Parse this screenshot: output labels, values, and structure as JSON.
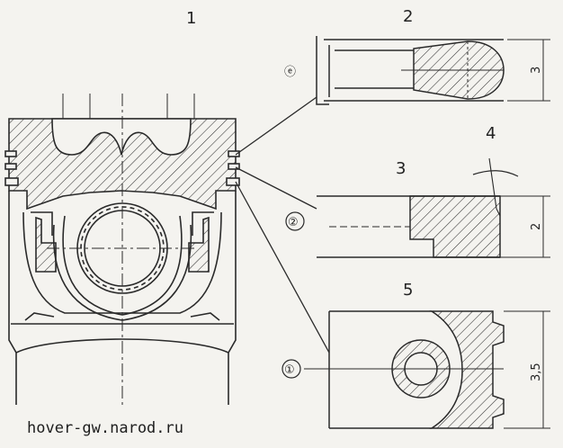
{
  "callouts": {
    "c1": "1",
    "c2": "2",
    "c3": "3",
    "c4": "4",
    "c5": "5"
  },
  "dimensions": {
    "ring2_height": "3",
    "ring3_height": "2",
    "ring5_height": "3,5"
  },
  "circled_markers": {
    "m1": "①",
    "m2": "②",
    "m3": "ⓔ"
  },
  "watermark": "hover-gw.narod.ru",
  "colors": {
    "line": "#2a2a2a",
    "paper": "#f4f3ef"
  }
}
